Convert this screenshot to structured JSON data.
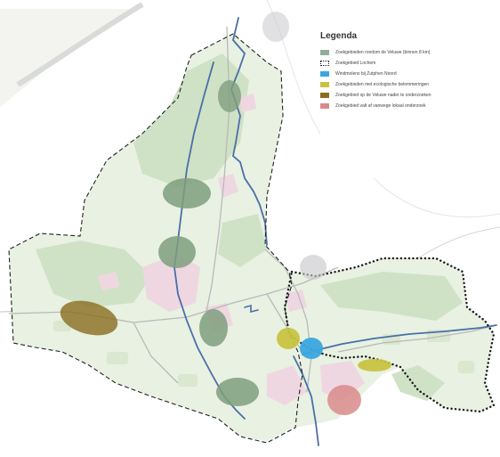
{
  "legend": {
    "title": "Legenda",
    "items": [
      {
        "label": "Zoekgebieden rondom de Veluwe (binnen 8 km)",
        "color": "#8fae96",
        "style": "fill"
      },
      {
        "label": "Zoekgebied Lochem",
        "color": "#1a1a1a",
        "style": "dotted"
      },
      {
        "label": "Windmolens bij Zutphen Noord",
        "color": "#3aa6df",
        "style": "fill"
      },
      {
        "label": "Zoekgebieden met ecologische belemmeringen",
        "color": "#c8c341",
        "style": "fill"
      },
      {
        "label": "Zoekgebied op de Veluwe nader te onderzoeken",
        "color": "#8a6d1f",
        "style": "fill"
      },
      {
        "label": "Zoekgebied valt af vanwege lokaal onderzoek",
        "color": "#d98b8b",
        "style": "fill"
      }
    ]
  },
  "colors": {
    "region_fill": "#e8f1e2",
    "forest": "#cfe2c5",
    "urban": "#efd7e1",
    "river": "#4a6fa8",
    "road": "#b5b5b5",
    "boundary": "#222222",
    "veluwe_zone": "#7f9f7e",
    "lochem_zone": "#1a1a1a",
    "wind_zone": "#3aa6df",
    "eco_zone": "#c8c341",
    "research_zone": "#8a6d1f",
    "dropped_zone": "#d98b8b",
    "neutral_zone": "#c9c9cc"
  },
  "icons": {
    "dotted-boundary": "dotted-line",
    "dashed-boundary": "dashed-line"
  }
}
